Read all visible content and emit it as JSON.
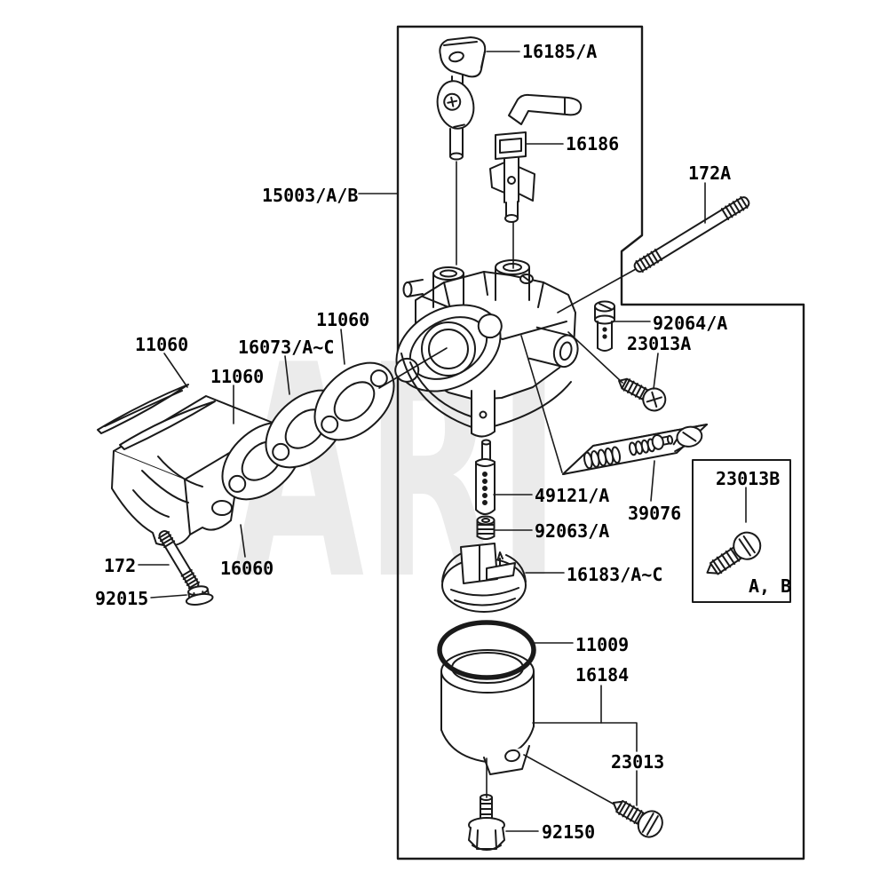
{
  "watermark": "ARI",
  "labels": {
    "k16185": "16185/A",
    "k16186": "16186",
    "k172a": "172A",
    "k15003": "15003/A/B",
    "k92064": "92064/A",
    "k23013a": "23013A",
    "k11060_top": "11060",
    "k16073": "16073/A~C",
    "k11060_mid": "11060",
    "k11060_right": "11060",
    "k49121": "49121/A",
    "k39076": "39076",
    "k92063": "92063/A",
    "k23013b": "23013B",
    "k23013b_note": "A, B",
    "k16183": "16183/A~C",
    "k172": "172",
    "k16060": "16060",
    "k92015": "92015",
    "k11009": "11009",
    "k16184": "16184",
    "k23013": "23013",
    "k92150": "92150"
  }
}
